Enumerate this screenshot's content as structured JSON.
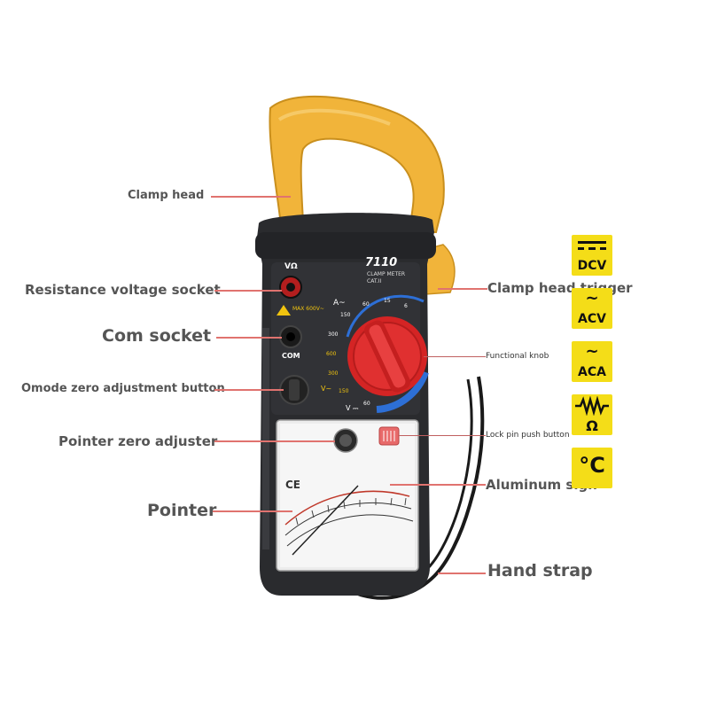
{
  "meter": {
    "model": "7110",
    "subtitle": "CLAMP METER",
    "category": "CAT.II",
    "socket_vohm": "VΩ",
    "socket_com": "COM",
    "max_rating": "MAX 600V~",
    "dial_a": "A~",
    "dial_v": "V~",
    "dial_vdc": "V ⎓",
    "dial_ranges": [
      "150",
      "60",
      "15",
      "6",
      "300",
      "600",
      "300",
      "150",
      "60"
    ],
    "ce_mark": "CE"
  },
  "callouts": {
    "clamp_head": "Clamp head",
    "resistance_socket": "Resistance voltage socket",
    "com_socket": "Com socket",
    "omode_zero": "Omode zero adjustment button",
    "pointer_zero": "Pointer zero adjuster",
    "pointer": "Pointer",
    "clamp_trigger": "Clamp head trigger",
    "functional_knob": "Functional knob",
    "lock_pin": "Lock pin push button",
    "aluminum_sign": "Aluminum sign",
    "hand_strap": "Hand strap"
  },
  "legend": [
    {
      "label": "DCV",
      "icon": "dc-voltage-icon"
    },
    {
      "label": "ACV",
      "icon": "ac-voltage-icon"
    },
    {
      "label": "ACA",
      "icon": "ac-current-icon"
    },
    {
      "label": "Ω",
      "icon": "resistance-icon"
    },
    {
      "label": "°C",
      "icon": "temperature-icon"
    }
  ],
  "colors": {
    "body": "#2a2b2e",
    "clamp": "#f1b43a",
    "knob": "#e02a2a",
    "legend_bg": "#f4dd18",
    "callout_line": "#e0736f"
  }
}
